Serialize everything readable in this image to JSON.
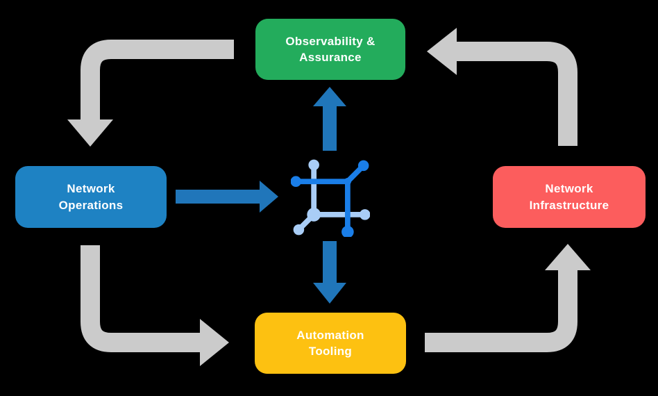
{
  "diagram": {
    "title": "Network automation cycle diagram",
    "background": "#000000",
    "nodes": {
      "observability": {
        "lines": [
          "Observability &",
          "Assurance"
        ],
        "color": "#23ac5c"
      },
      "operations": {
        "lines": [
          "Network",
          "Operations"
        ],
        "color": "#1e82c3"
      },
      "infrastructure": {
        "lines": [
          "Network",
          "Infrastructure"
        ],
        "color": "#fc5d5d"
      },
      "automation": {
        "lines": [
          "Automation",
          "Tooling"
        ],
        "color": "#fdc111"
      }
    },
    "center_icon": {
      "name": "network-mesh-icon",
      "dark_color": "#1a7ee8",
      "light_color": "#a9cdf6"
    },
    "connections": [
      {
        "from": "observability",
        "to": "operations",
        "style": "gray-elbow"
      },
      {
        "from": "operations",
        "to": "automation",
        "style": "gray-elbow"
      },
      {
        "from": "automation",
        "to": "infrastructure",
        "style": "gray-elbow"
      },
      {
        "from": "infrastructure",
        "to": "observability",
        "style": "gray-elbow"
      },
      {
        "from": "operations",
        "to": "center-icon",
        "style": "blue-straight"
      },
      {
        "from": "center-icon",
        "to": "observability",
        "style": "blue-straight"
      },
      {
        "from": "center-icon",
        "to": "automation",
        "style": "blue-straight"
      }
    ],
    "colors": {
      "gray_arrow": "#cbcbcb",
      "blue_arrow": "#2076ba",
      "text": "#ffffff"
    }
  }
}
